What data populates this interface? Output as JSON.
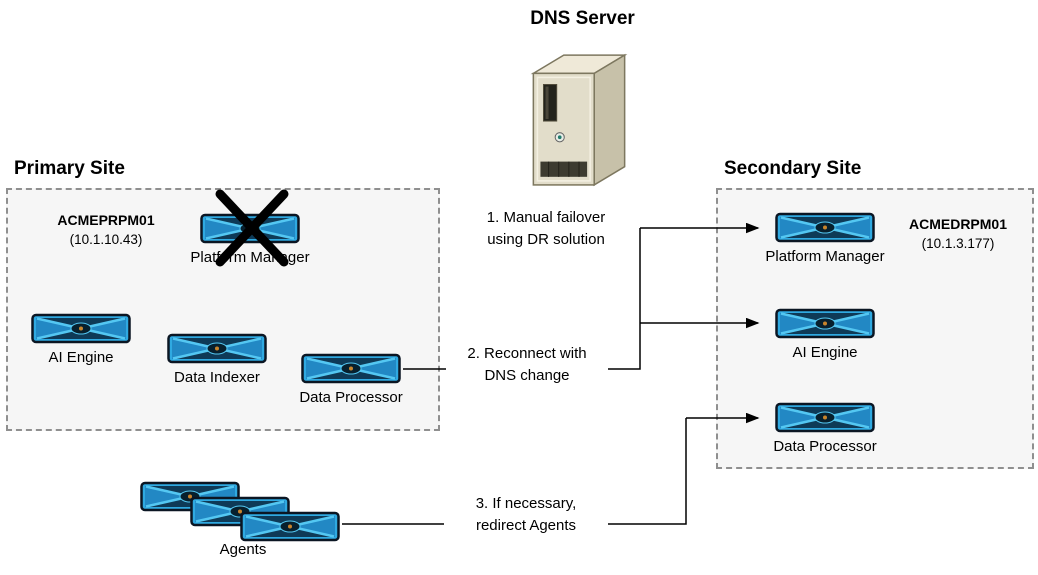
{
  "dns": {
    "title": "DNS Server"
  },
  "steps": [
    {
      "line1": "1. Manual failover",
      "line2": "using DR solution"
    },
    {
      "line1": "2. Reconnect with",
      "line2": "DNS change"
    },
    {
      "line1": "3. If necessary,",
      "line2": "redirect Agents"
    }
  ],
  "primary": {
    "title": "Primary Site",
    "host": "ACMEPRPM01",
    "ip": "(10.1.10.43)",
    "nodes": {
      "platform_manager": "Platform Manager",
      "ai_engine": "AI Engine",
      "data_indexer": "Data Indexer",
      "data_processor": "Data Processor"
    },
    "platform_manager_failed": true
  },
  "secondary": {
    "title": "Secondary Site",
    "host": "ACMEDRPM01",
    "ip": "(10.1.3.177)",
    "nodes": {
      "platform_manager": "Platform Manager",
      "ai_engine": "AI Engine",
      "data_processor": "Data Processor"
    }
  },
  "agents": {
    "label": "Agents",
    "count": 3
  },
  "colors": {
    "appliance_blue": "#2fa9e1",
    "appliance_dark": "#0e3a57",
    "appliance_cyan": "#54c7f2",
    "server_beige": "#e2ddca",
    "failure_x": "#000000",
    "connector": "#000000",
    "box_border": "#8f8f8f"
  }
}
